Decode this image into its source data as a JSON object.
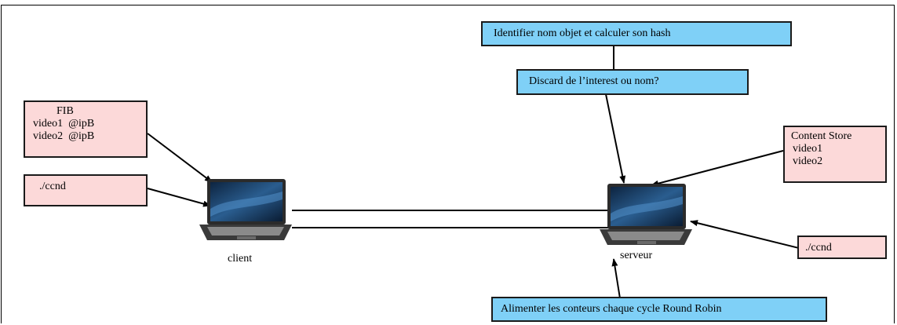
{
  "colors": {
    "pink_box": "#fcd9d9",
    "blue_box": "#7fd0f7",
    "line": "#000000"
  },
  "fib": {
    "title": "FIB",
    "rows": [
      "video1  @ipB",
      "video2  @ipB"
    ]
  },
  "client_cmd": "./ccnd",
  "client_label": "client",
  "server_label": "serveur",
  "content_store": {
    "title": "Content Store",
    "items": [
      "video1",
      "video2"
    ]
  },
  "server_cmd": "./ccnd",
  "step_identify": "Identifier nom objet et calculer son hash",
  "step_discard": "Discard de l’interest ou nom?",
  "step_feed": "Alimenter les conteurs  chaque cycle Round Robin",
  "icons": {
    "laptop": "laptop-icon"
  }
}
